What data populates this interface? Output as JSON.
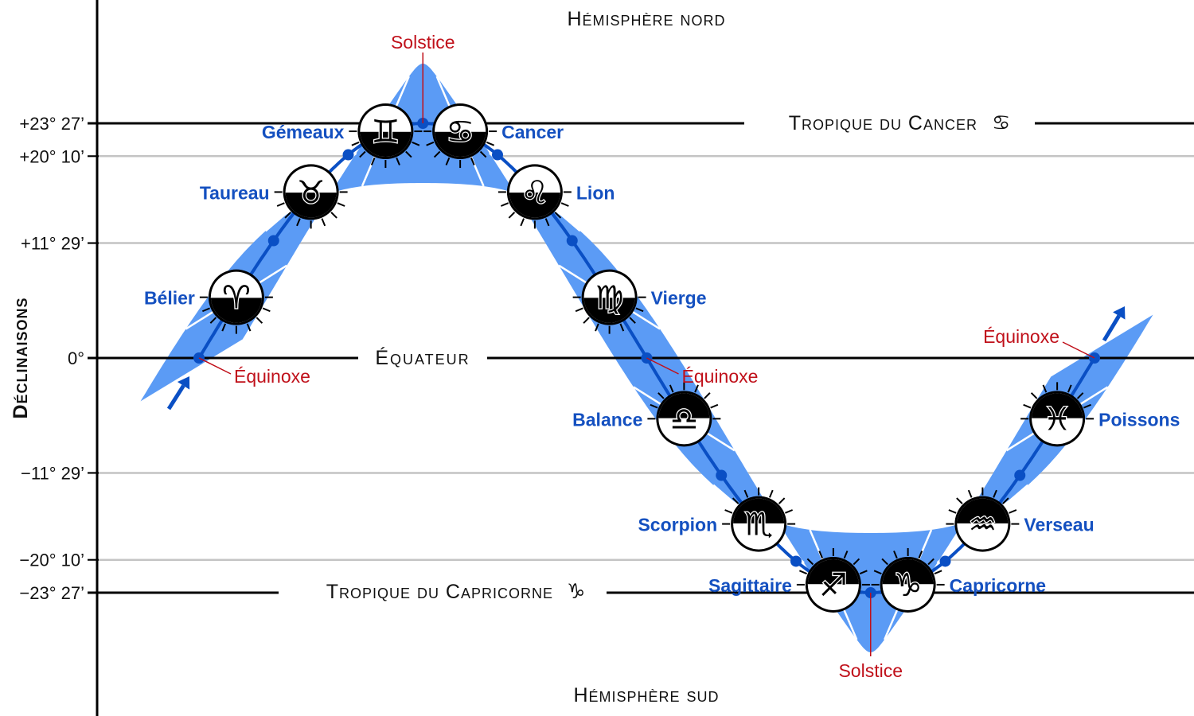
{
  "hemispheres": {
    "north": "Hémisphère nord",
    "south": "Hémisphère sud"
  },
  "axis": {
    "title": "Déclinaisons",
    "ticks": [
      {
        "value": 23.45,
        "label": "+23° 27’",
        "major": true
      },
      {
        "value": 20.167,
        "label": "+20° 10’",
        "major": false
      },
      {
        "value": 11.483,
        "label": "+11° 29’",
        "major": false
      },
      {
        "value": 0,
        "label": "0°",
        "major": true
      },
      {
        "value": -11.483,
        "label": "−11° 29’",
        "major": false
      },
      {
        "value": -20.167,
        "label": "−20° 10’",
        "major": false
      },
      {
        "value": -23.45,
        "label": "−23° 27’",
        "major": true
      }
    ]
  },
  "lines": {
    "equator": "Équateur",
    "tropic_cancer": "Tropique du Cancer",
    "tropic_capricorn": "Tropique du Capricorne"
  },
  "events": [
    {
      "label": "Équinoxe",
      "phase": 0
    },
    {
      "label": "Solstice",
      "phase": 90
    },
    {
      "label": "Équinoxe",
      "phase": 180
    },
    {
      "label": "Solstice",
      "phase": 270
    },
    {
      "label": "Équinoxe",
      "phase": 360
    }
  ],
  "signs": [
    {
      "name": "Bélier",
      "symbol": "♈",
      "upper": true
    },
    {
      "name": "Taureau",
      "symbol": "♉",
      "upper": true
    },
    {
      "name": "Gémeaux",
      "symbol": "♊",
      "upper": true
    },
    {
      "name": "Cancer",
      "symbol": "♋",
      "upper": true
    },
    {
      "name": "Lion",
      "symbol": "♌",
      "upper": true
    },
    {
      "name": "Vierge",
      "symbol": "♍",
      "upper": true
    },
    {
      "name": "Balance",
      "symbol": "♎",
      "upper": false
    },
    {
      "name": "Scorpion",
      "symbol": "♏",
      "upper": false
    },
    {
      "name": "Sagittaire",
      "symbol": "♐",
      "upper": false
    },
    {
      "name": "Capricorne",
      "symbol": "♑",
      "upper": false
    },
    {
      "name": "Verseau",
      "symbol": "♒",
      "upper": false
    },
    {
      "name": "Poissons",
      "symbol": "♓",
      "upper": false
    }
  ],
  "tropic_symbols": {
    "cancer": "♋",
    "capricorn": "♑"
  },
  "colors": {
    "band": "#5b9bf5",
    "path": "#0a4fc4",
    "sign_label": "#1450c0",
    "event": "#c0101a",
    "grid_major": "#000000",
    "grid_minor": "#c4c4c4"
  }
}
